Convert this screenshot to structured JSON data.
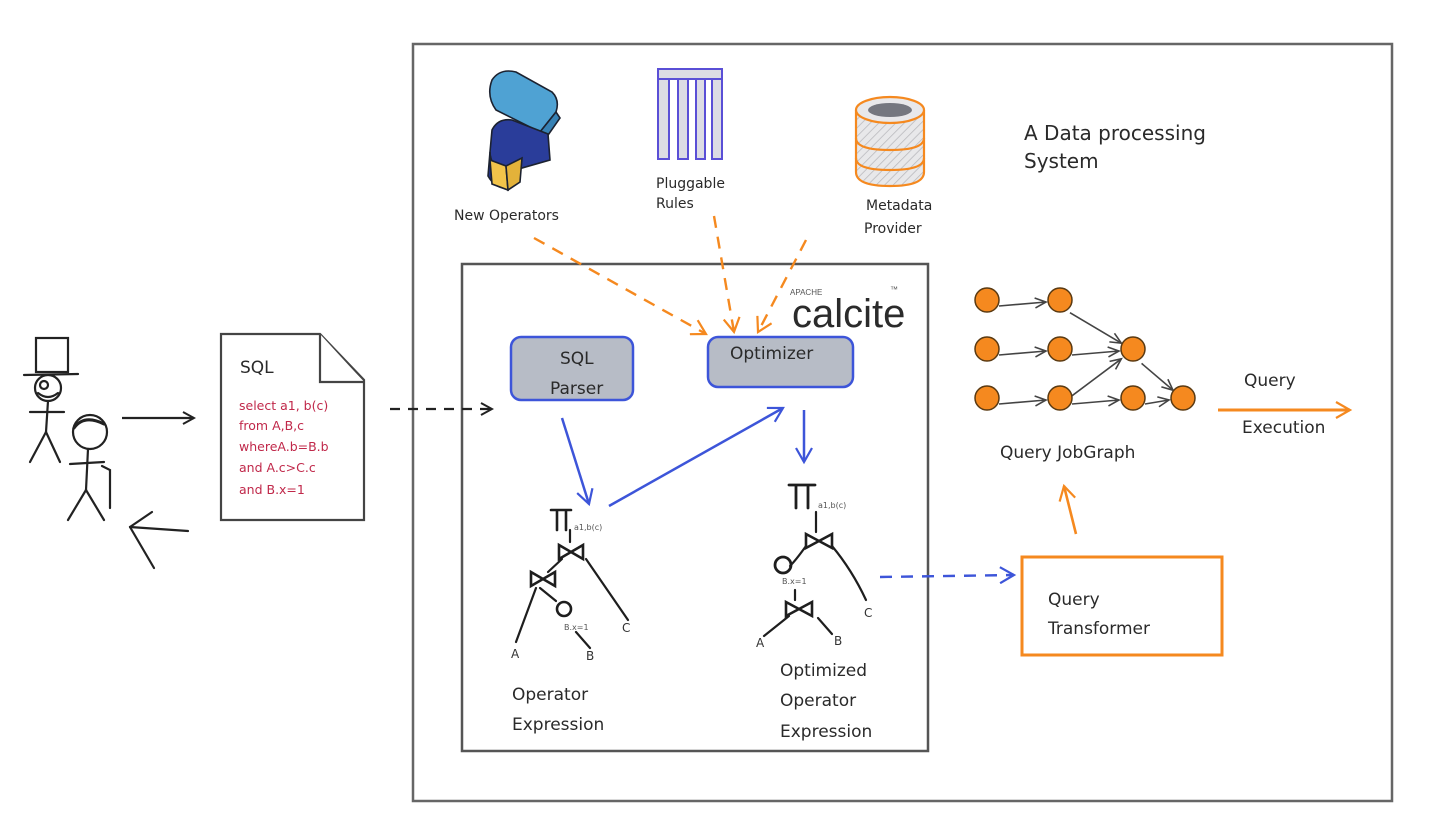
{
  "title_note": {
    "line1": "A Data processing",
    "line2": "System"
  },
  "sql_doc": {
    "title": "SQL",
    "lines": [
      "select a1, b(c)",
      "from A,B,c",
      "whereA.b=B.b",
      "and A.c>C.c",
      "and B.x=1"
    ]
  },
  "inputs": {
    "new_operators": "New Operators",
    "pluggable_rules": {
      "line1": "Pluggable",
      "line2": "Rules"
    },
    "metadata_provider": {
      "line1": "Metadata",
      "line2": "Provider"
    }
  },
  "calcite": {
    "prefix": "APACHE",
    "name": "calcite",
    "tm": "™"
  },
  "boxes": {
    "sql_parser": {
      "line1": "SQL",
      "line2": "Parser"
    },
    "optimizer": "Optimizer",
    "query_transformer": {
      "line1": "Query",
      "line2": "Transformer"
    }
  },
  "trees": {
    "operator_expression": {
      "project": "Π",
      "project_sub": "a1,b(c)",
      "filter_sub": "B.x=1",
      "leaves": [
        "A",
        "B",
        "C"
      ],
      "caption": {
        "line1": "Operator",
        "line2": "Expression"
      }
    },
    "optimized_expression": {
      "project": "Π",
      "project_sub": "a1,b(c)",
      "filter_sub": "B.x=1",
      "leaves": [
        "A",
        "B",
        "C"
      ],
      "caption": {
        "line1": "Optimized",
        "line2": "Operator",
        "line3": "Expression"
      }
    }
  },
  "job_graph": {
    "label": "Query JobGraph",
    "node_color": "#f5891f"
  },
  "execution": {
    "line1": "Query",
    "line2": "Execution"
  },
  "colors": {
    "orange": "#f5891f",
    "blue": "#3d55d9",
    "box_fill": "#b7bcc6",
    "sql_red": "#c0284a",
    "outline": "#555555"
  }
}
